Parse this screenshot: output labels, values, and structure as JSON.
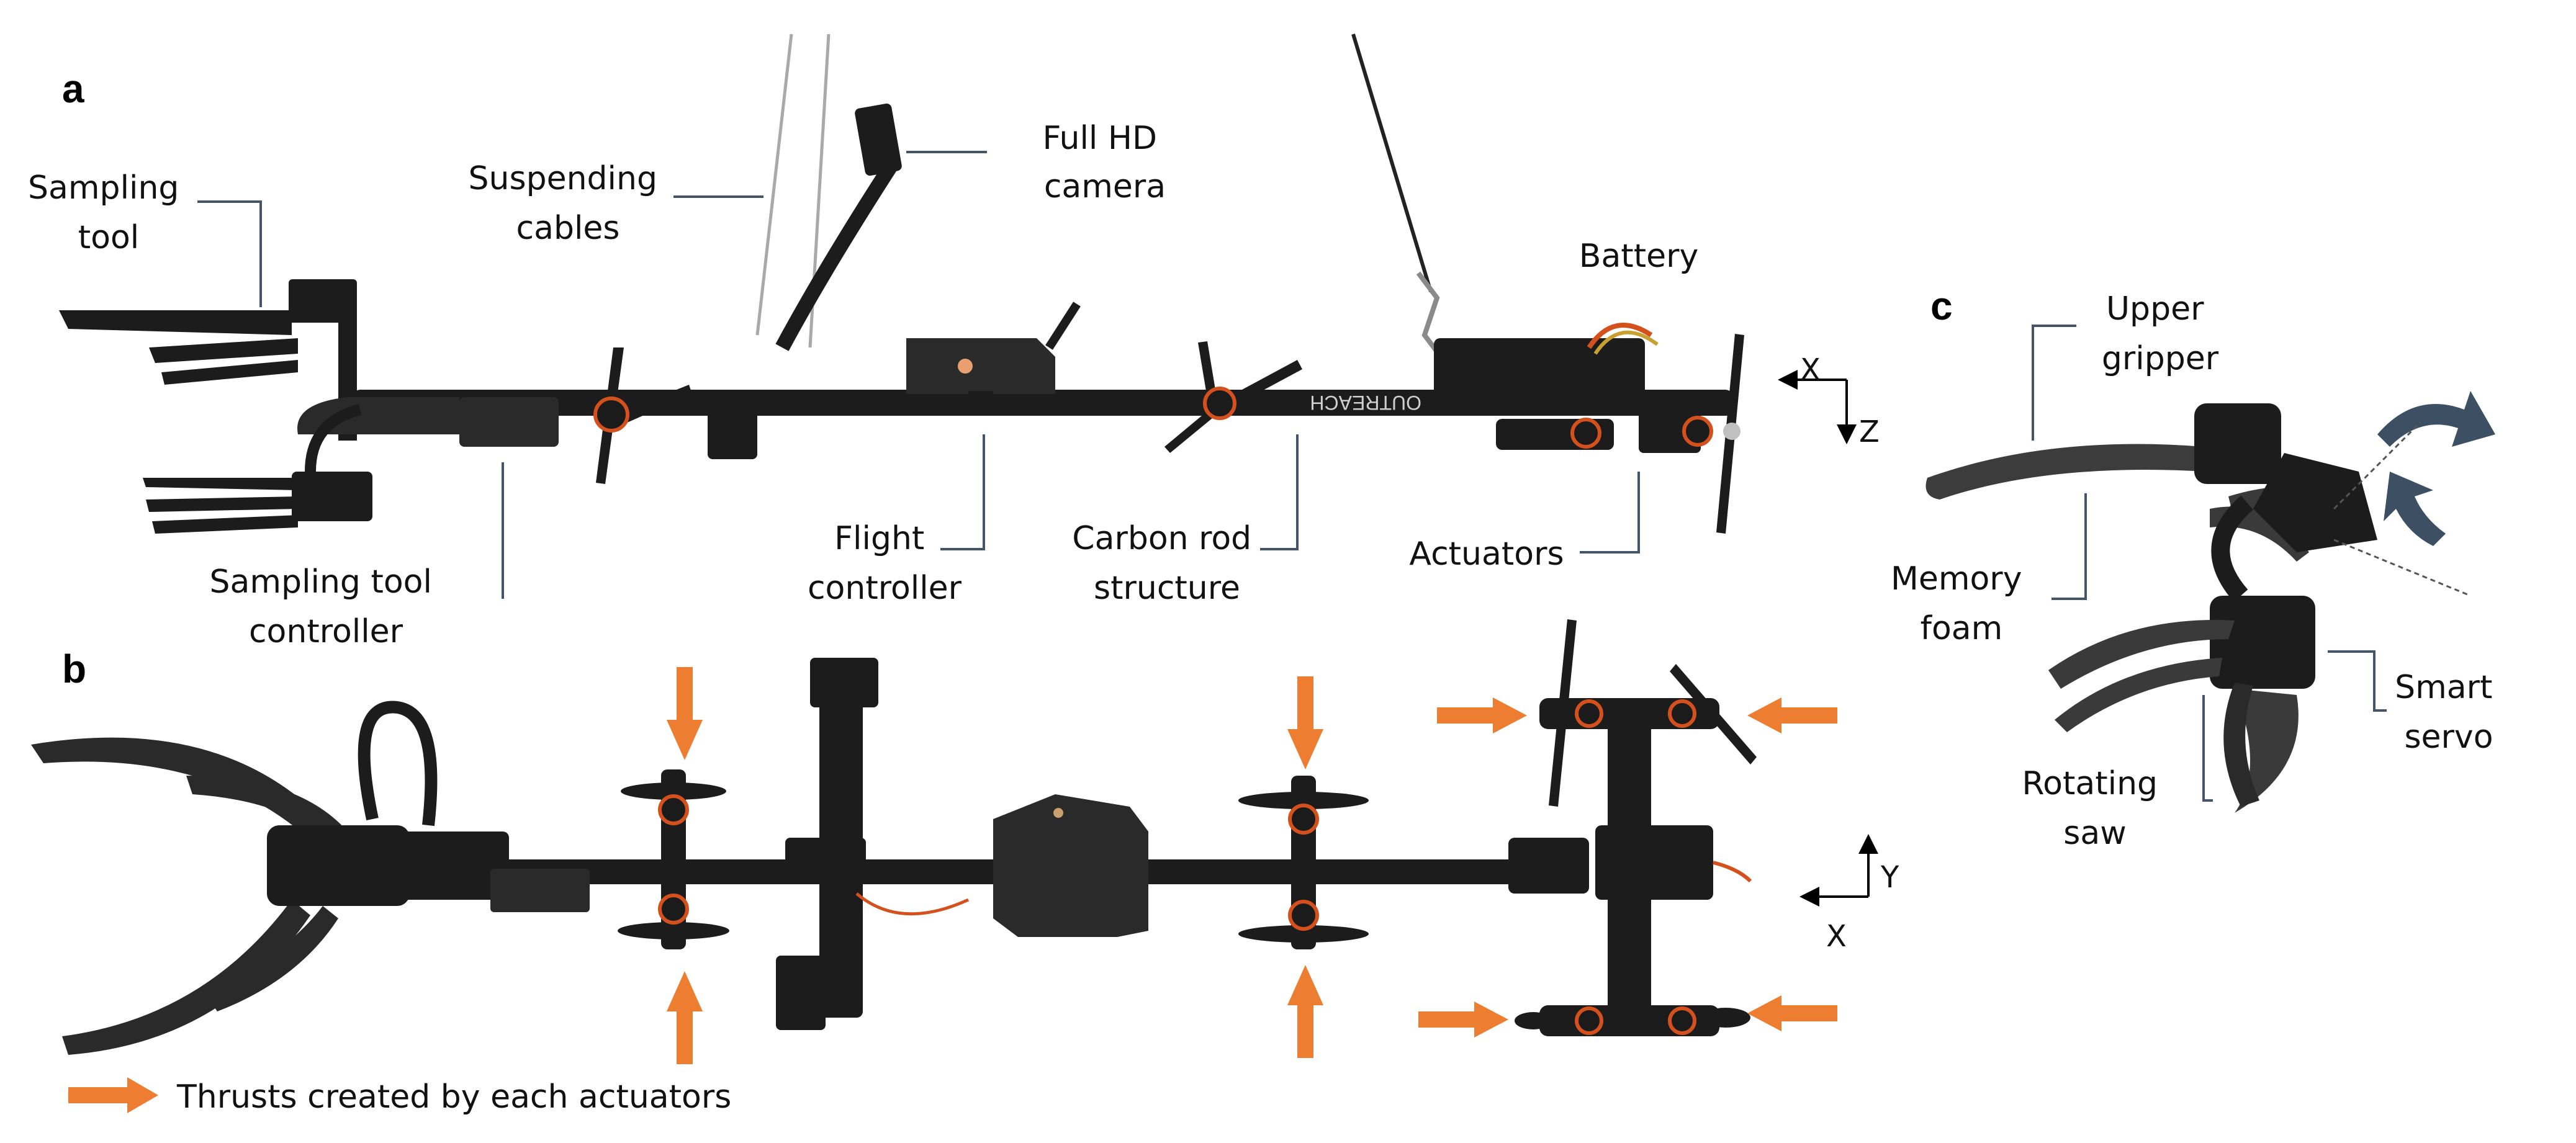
{
  "panels": {
    "a": "a",
    "b": "b",
    "c": "c"
  },
  "labels_a": {
    "sampling_tool": [
      "Sampling",
      "tool"
    ],
    "suspending_cables": [
      "Suspending",
      "cables"
    ],
    "camera": [
      "Full HD",
      "camera"
    ],
    "battery": "Battery",
    "sampling_tool_controller": [
      "Sampling tool",
      "controller"
    ],
    "flight_controller": [
      "Flight",
      "controller"
    ],
    "carbon_rod": [
      "Carbon rod",
      "structure"
    ],
    "actuators": "Actuators",
    "rod_print": "OUTREACH"
  },
  "axes_a": {
    "x": "X",
    "z": "Z"
  },
  "axes_b": {
    "y": "Y",
    "x": "X"
  },
  "labels_c": {
    "upper_gripper": [
      "Upper",
      "gripper"
    ],
    "memory_foam": [
      "Memory",
      "foam"
    ],
    "smart_servo": [
      "Smart",
      "servo"
    ],
    "rotating_saw": [
      "Rotating",
      "saw"
    ]
  },
  "legend": {
    "text": "Thrusts created by each actuators"
  },
  "colors": {
    "thrust_arrow": "#ec7d31",
    "leader_line": "#44546a",
    "motor_ring": "#d4511e",
    "rotation_arrow": "#3c4f63"
  },
  "icons": [
    "thrust-arrow-icon",
    "rotation-arrow-icon",
    "axis-arrow-icon"
  ]
}
